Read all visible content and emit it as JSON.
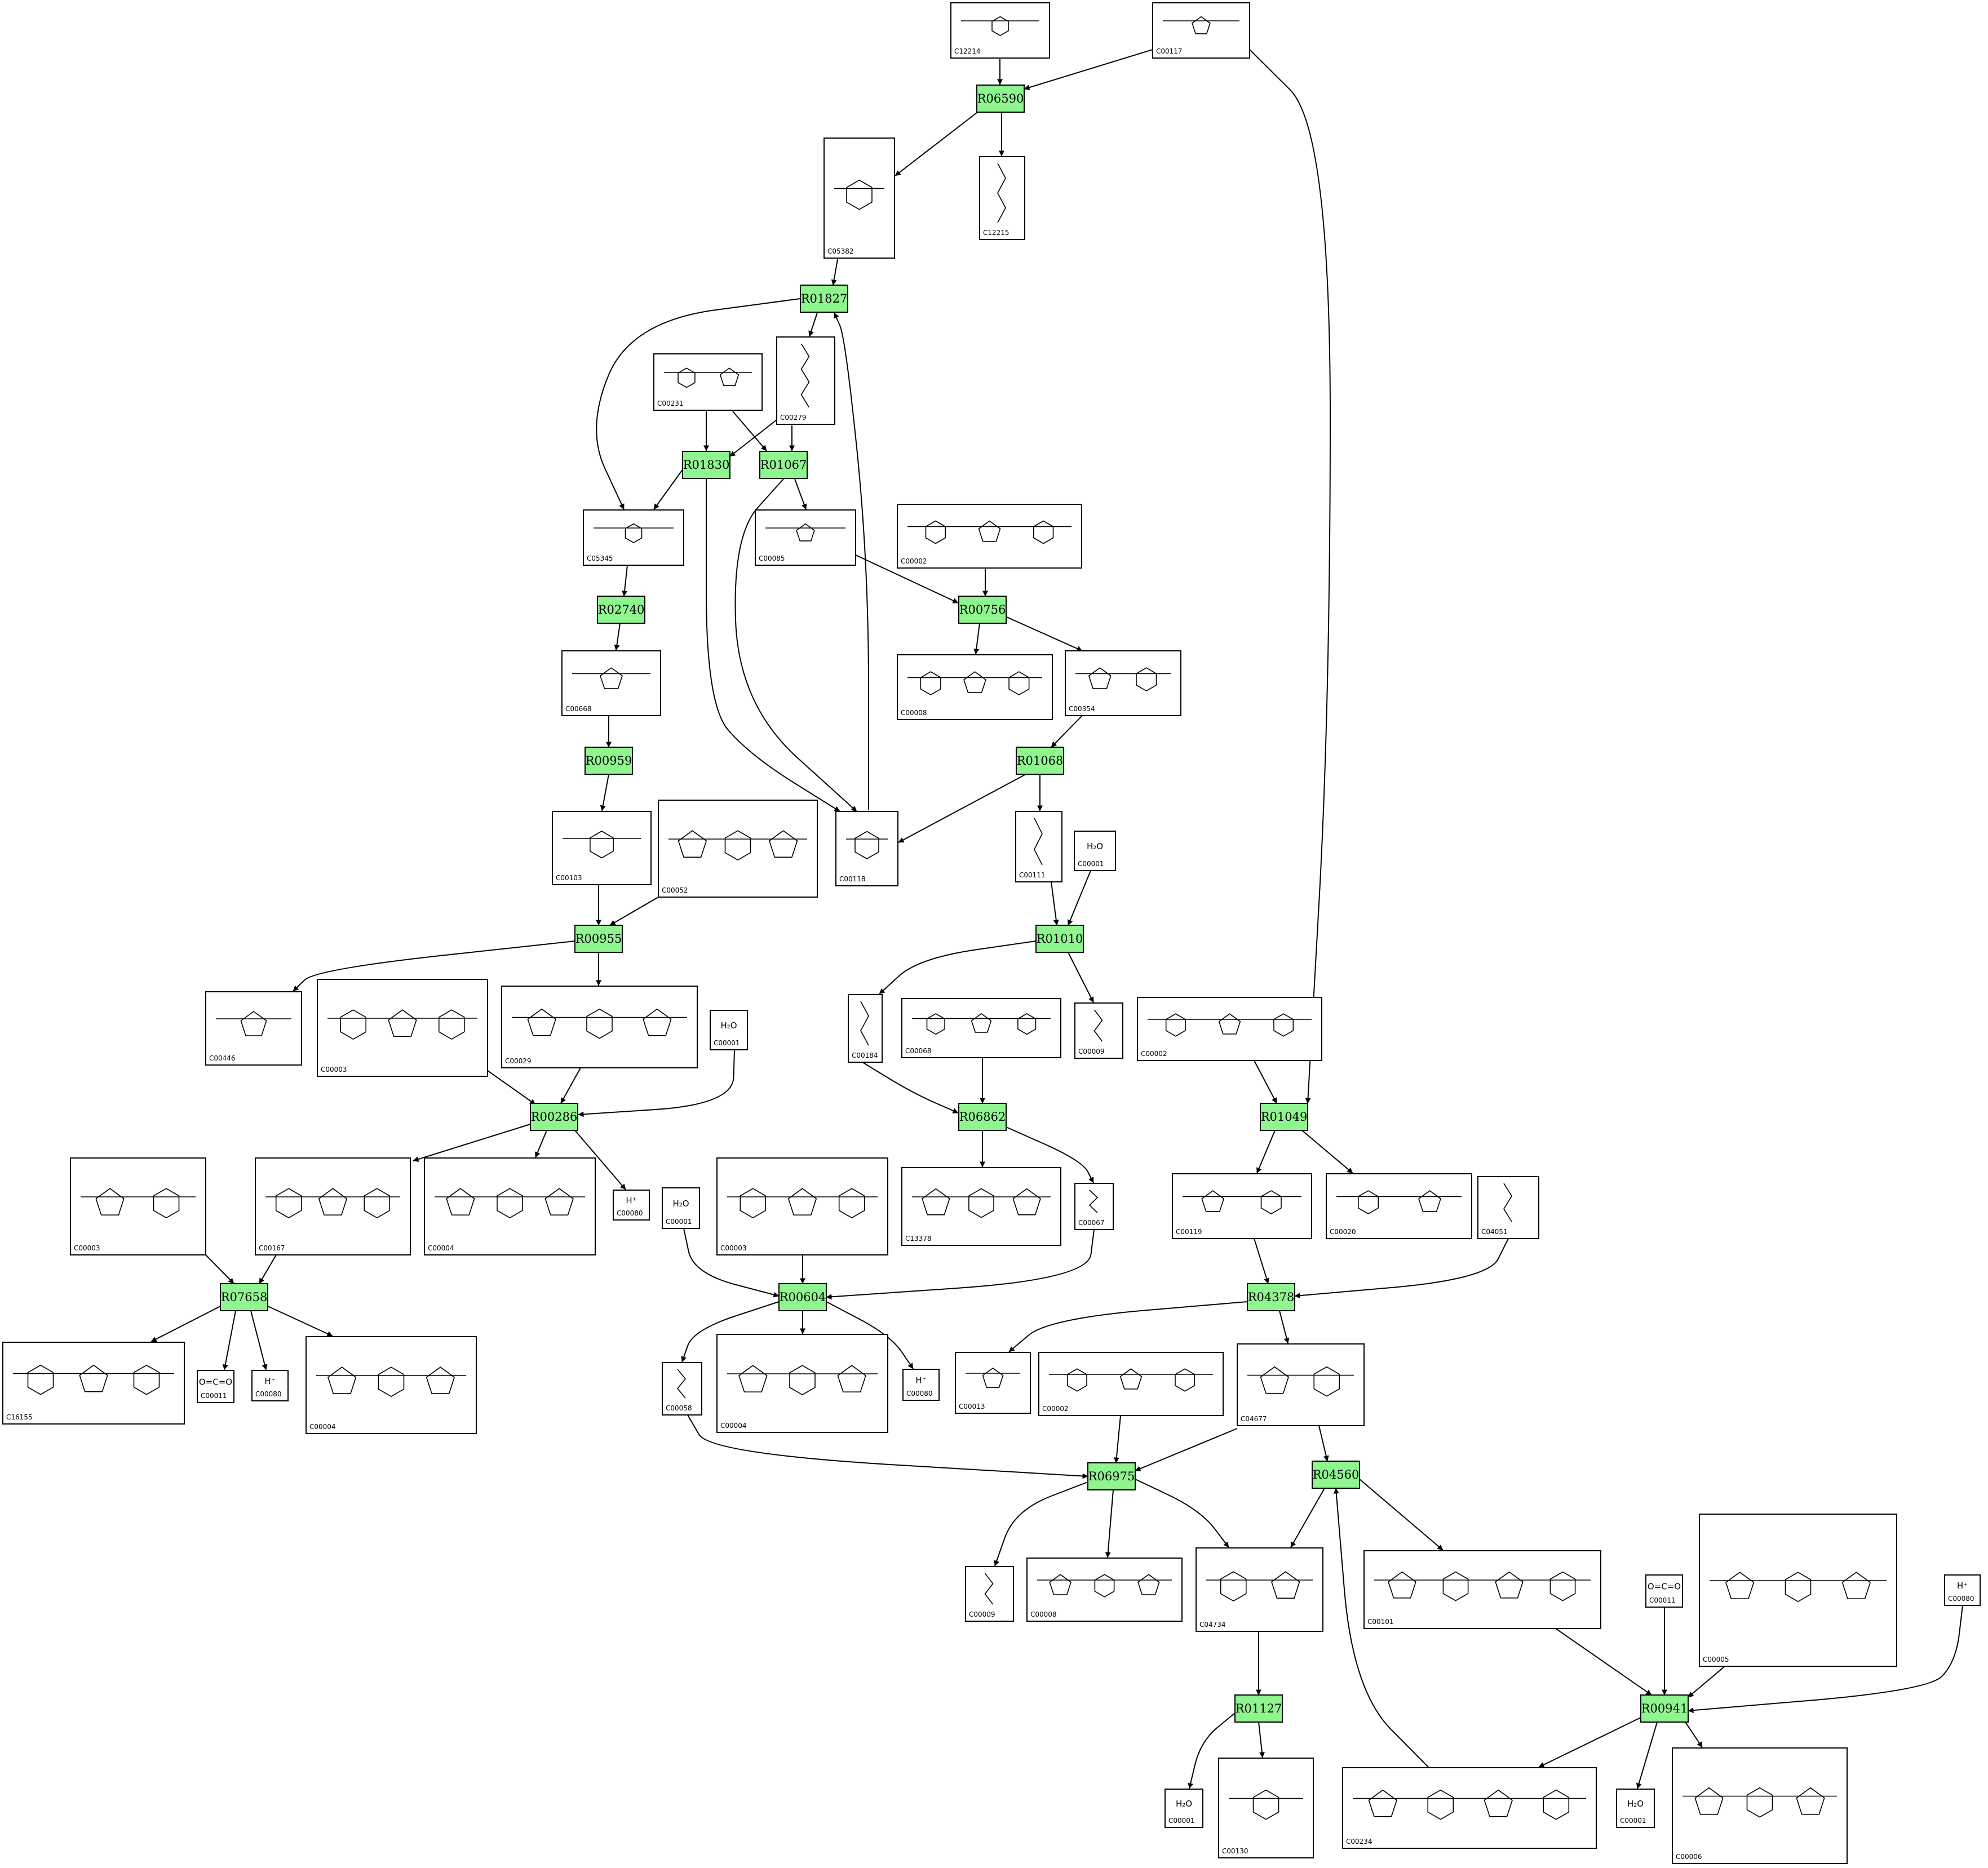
{
  "diagram": {
    "type": "metabolic-pathway",
    "colors": {
      "reaction_fill": "#8ff58f",
      "line": "#000000",
      "background": "#ffffff"
    },
    "reactions": [
      {
        "id": "R06590",
        "label": "R06590"
      },
      {
        "id": "R01827",
        "label": "R01827"
      },
      {
        "id": "R01830",
        "label": "R01830"
      },
      {
        "id": "R01067",
        "label": "R01067"
      },
      {
        "id": "R02740",
        "label": "R02740"
      },
      {
        "id": "R00756",
        "label": "R00756"
      },
      {
        "id": "R00959",
        "label": "R00959"
      },
      {
        "id": "R01068",
        "label": "R01068"
      },
      {
        "id": "R00955",
        "label": "R00955"
      },
      {
        "id": "R01010",
        "label": "R01010"
      },
      {
        "id": "R00286",
        "label": "R00286"
      },
      {
        "id": "R06862",
        "label": "R06862"
      },
      {
        "id": "R01049",
        "label": "R01049"
      },
      {
        "id": "R07658",
        "label": "R07658"
      },
      {
        "id": "R00604",
        "label": "R00604"
      },
      {
        "id": "R04378",
        "label": "R04378"
      },
      {
        "id": "R06975",
        "label": "R06975"
      },
      {
        "id": "R04560",
        "label": "R04560"
      },
      {
        "id": "R01127",
        "label": "R01127"
      },
      {
        "id": "R00941",
        "label": "R00941"
      }
    ],
    "compounds": [
      {
        "id": "c_C12214",
        "label": "C12214"
      },
      {
        "id": "c_C00117",
        "label": "C00117"
      },
      {
        "id": "c_C05382",
        "label": "C05382"
      },
      {
        "id": "c_C12215",
        "label": "C12215"
      },
      {
        "id": "c_C00231",
        "label": "C00231"
      },
      {
        "id": "c_C00279",
        "label": "C00279"
      },
      {
        "id": "c_C05345",
        "label": "C05345"
      },
      {
        "id": "c_C00085",
        "label": "C00085"
      },
      {
        "id": "c_C00002a",
        "label": "C00002"
      },
      {
        "id": "c_C00668",
        "label": "C00668"
      },
      {
        "id": "c_C00008",
        "label": "C00008"
      },
      {
        "id": "c_C00354",
        "label": "C00354"
      },
      {
        "id": "c_C00103",
        "label": "C00103"
      },
      {
        "id": "c_C00052",
        "label": "C00052"
      },
      {
        "id": "c_C00118",
        "label": "C00118"
      },
      {
        "id": "c_C00111",
        "label": "C00111"
      },
      {
        "id": "c_C00001a",
        "label": "C00001",
        "structure": "H₂O"
      },
      {
        "id": "c_C00446",
        "label": "C00446"
      },
      {
        "id": "c_C00003a",
        "label": "C00003"
      },
      {
        "id": "c_C00029",
        "label": "C00029"
      },
      {
        "id": "c_C00001b",
        "label": "C00001",
        "structure": "H₂O"
      },
      {
        "id": "c_C00184",
        "label": "C00184"
      },
      {
        "id": "c_C00068",
        "label": "C00068"
      },
      {
        "id": "c_C00009a",
        "label": "C00009"
      },
      {
        "id": "c_C00002b",
        "label": "C00002"
      },
      {
        "id": "c_C00003b",
        "label": "C00003"
      },
      {
        "id": "c_C00167",
        "label": "C00167"
      },
      {
        "id": "c_C00004a",
        "label": "C00004"
      },
      {
        "id": "c_C00080a",
        "label": "C00080",
        "structure": "H⁺"
      },
      {
        "id": "c_C00001c",
        "label": "C00001",
        "structure": "H₂O"
      },
      {
        "id": "c_C00003c",
        "label": "C00003"
      },
      {
        "id": "c_C13378",
        "label": "C13378"
      },
      {
        "id": "c_C00067",
        "label": "C00067"
      },
      {
        "id": "c_C00119",
        "label": "C00119"
      },
      {
        "id": "c_C00020",
        "label": "C00020"
      },
      {
        "id": "c_C04051",
        "label": "C04051"
      },
      {
        "id": "c_C16155",
        "label": "C16155"
      },
      {
        "id": "c_C00011a",
        "label": "C00011",
        "structure": "O=C=O"
      },
      {
        "id": "c_C00080b",
        "label": "C00080",
        "structure": "H⁺"
      },
      {
        "id": "c_C00004b",
        "label": "C00004"
      },
      {
        "id": "c_C00058",
        "label": "C00058"
      },
      {
        "id": "c_C00004c",
        "label": "C00004"
      },
      {
        "id": "c_C00080c",
        "label": "C00080",
        "structure": "H⁺"
      },
      {
        "id": "c_C00013",
        "label": "C00013"
      },
      {
        "id": "c_C00002c",
        "label": "C00002"
      },
      {
        "id": "c_C04677",
        "label": "C04677"
      },
      {
        "id": "c_C00009b",
        "label": "C00009"
      },
      {
        "id": "c_C00008b",
        "label": "C00008"
      },
      {
        "id": "c_C04734",
        "label": "C04734"
      },
      {
        "id": "c_C00101",
        "label": "C00101"
      },
      {
        "id": "c_C00011b",
        "label": "C00011",
        "structure": "O=C=O"
      },
      {
        "id": "c_C00005",
        "label": "C00005"
      },
      {
        "id": "c_C00080d",
        "label": "C00080",
        "structure": "H⁺"
      },
      {
        "id": "c_C00001d",
        "label": "C00001",
        "structure": "H₂O"
      },
      {
        "id": "c_C00130",
        "label": "C00130"
      },
      {
        "id": "c_C00234",
        "label": "C00234"
      },
      {
        "id": "c_C00001e",
        "label": "C00001",
        "structure": "H₂O"
      },
      {
        "id": "c_C00006",
        "label": "C00006"
      }
    ]
  }
}
